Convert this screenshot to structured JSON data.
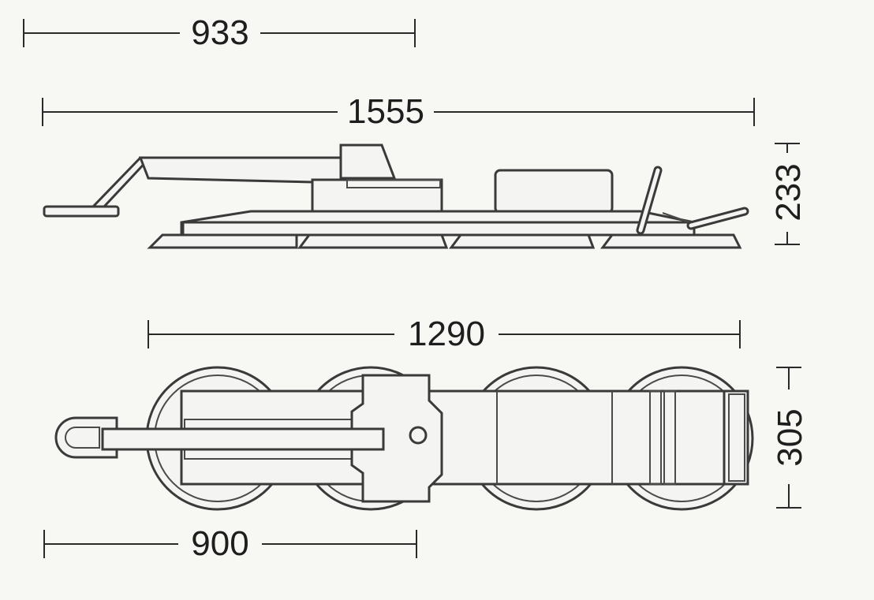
{
  "drawing": {
    "dimensions": {
      "top_width": "933",
      "overall_length": "1555",
      "height": "233",
      "wheelbase": "1290",
      "width": "305",
      "bottom_length": "900"
    }
  }
}
